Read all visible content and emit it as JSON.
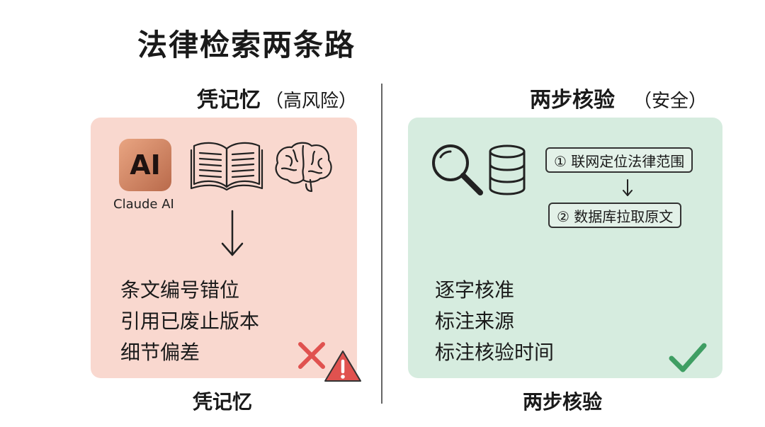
{
  "title": "法律检索两条路",
  "left": {
    "heading": "凭记忆",
    "heading_note": "（高风险）",
    "logo_text": "AI",
    "logo_caption": "Claude AI",
    "icons": [
      "ai-logo",
      "open-book-icon",
      "brain-icon",
      "arrow-down-icon"
    ],
    "outcomes": [
      "条文编号错位",
      "引用已废止版本",
      "细节偏差"
    ],
    "status_icons": [
      "cross-icon",
      "warning-icon"
    ],
    "footer": "凭记忆",
    "panel_color": "#f9d8cf"
  },
  "right": {
    "heading": "两步核验",
    "heading_note": "（安全）",
    "icons": [
      "magnifier-icon",
      "database-icon"
    ],
    "steps": [
      "① 联网定位法律范围",
      "② 数据库拉取原文"
    ],
    "outcomes": [
      "逐字核准",
      "标注来源",
      "标注核验时间"
    ],
    "status_icons": [
      "check-icon"
    ],
    "footer": "两步核验",
    "panel_color": "#d6ecdf"
  },
  "colors": {
    "cross": "#e0524f",
    "warning": "#e0524f",
    "check": "#3f9e63"
  }
}
